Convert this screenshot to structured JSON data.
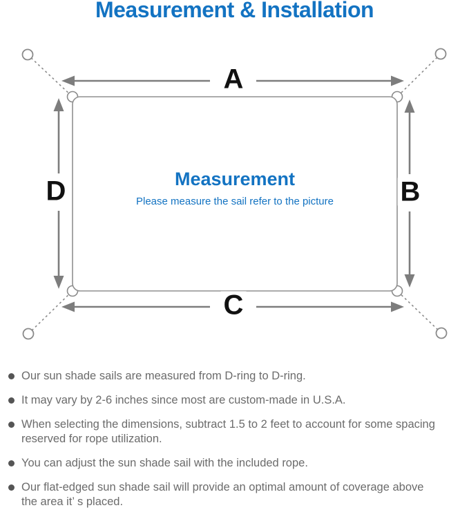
{
  "page": {
    "background": "#ffffff",
    "accent_blue": "#1373c2",
    "line_gray": "#7d7d7d",
    "border_gray": "#8f8f8f",
    "note_text_gray": "#6b6b6b"
  },
  "title": "Measurement & Installation",
  "diagram": {
    "labels": {
      "top": "A",
      "right": "B",
      "bottom": "C",
      "left": "D"
    },
    "center_title": "Measurement",
    "center_subtitle": "Please measure the sail refer to the picture"
  },
  "notes": {
    "items": [
      {
        "lines": [
          "Our sun shade sails are measured from D-ring to D-ring."
        ]
      },
      {
        "lines": [
          "It may vary by 2-6 inches since most are custom-made in U.S.A."
        ]
      },
      {
        "lines": [
          "When selecting the dimensions, subtract 1.5 to 2 feet to account for some spacing",
          "reserved for rope utilization."
        ]
      },
      {
        "lines": [
          "You can adjust the sun shade sail with the included rope."
        ]
      },
      {
        "lines": [
          "Our flat-edged sun shade sail will provide an optimal amount of coverage above",
          "the area it’ s placed."
        ]
      }
    ]
  }
}
